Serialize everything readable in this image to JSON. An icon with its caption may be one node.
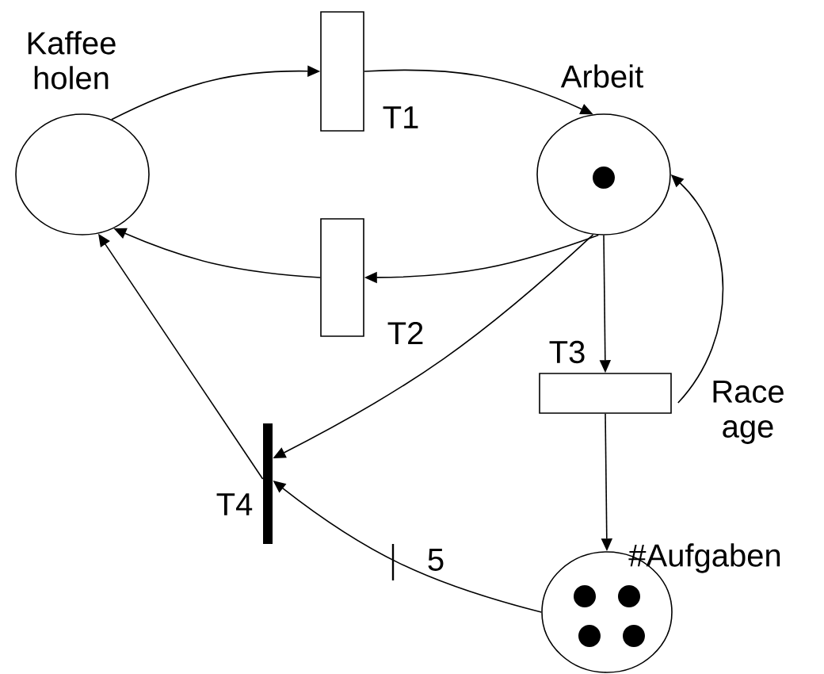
{
  "diagram": {
    "nodes": [
      {
        "text": [
          "Kaffee holen"
        ]
      },
      {
        "text": [
          "T1"
        ]
      },
      {
        "text": [
          "Arbeit"
        ]
      },
      {
        "text": [
          "T2"
        ]
      },
      {
        "text": [
          "T3"
        ]
      },
      {
        "text": [
          "#Aufgaben"
        ]
      },
      {
        "text": [
          "T4"
        ]
      }
    ],
    "edges": [
      {
        "from": 0,
        "to": 1,
        "arrow": "to"
      },
      {
        "from": 1,
        "to": 2,
        "arrow": "to"
      },
      {
        "from": 2,
        "to": 3,
        "arrow": "to"
      },
      {
        "from": 3,
        "to": 0,
        "arrow": "to"
      },
      {
        "from": 2,
        "to": 6,
        "arrow": "to"
      },
      {
        "from": 2,
        "to": 4,
        "arrow": "to"
      },
      {
        "from": 4,
        "to": 2,
        "arrow": "to",
        "label": "Race age"
      },
      {
        "from": 4,
        "to": 5,
        "arrow": "to"
      },
      {
        "from": 5,
        "to": 6,
        "arrow": "to",
        "label": "5"
      },
      {
        "from": 6,
        "to": 0,
        "arrow": "to"
      }
    ]
  }
}
